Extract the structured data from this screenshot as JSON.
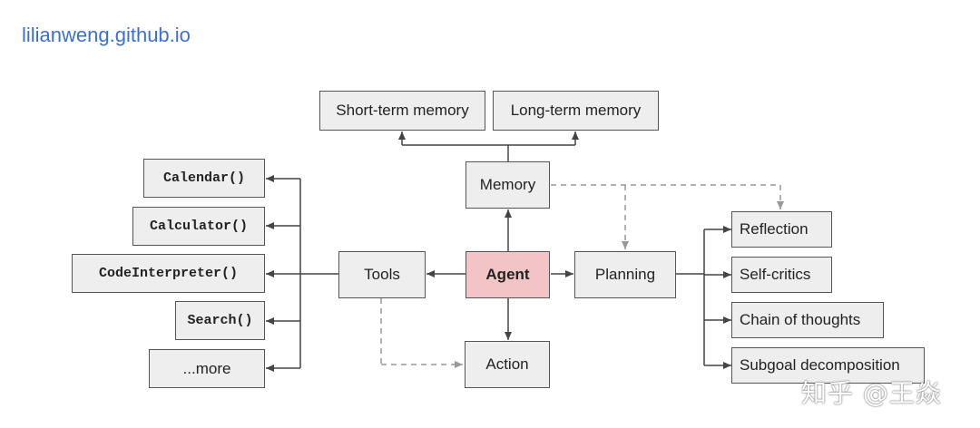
{
  "source_label": "lilianweng.github.io",
  "nodes": {
    "short_term_memory": "Short-term memory",
    "long_term_memory": "Long-term memory",
    "memory": "Memory",
    "agent": "Agent",
    "tools": "Tools",
    "planning": "Planning",
    "action": "Action"
  },
  "tools_list": [
    "Calendar()",
    "Calculator()",
    "CodeInterpreter()",
    "Search()",
    "...more"
  ],
  "planning_list": [
    "Reflection",
    "Self-critics",
    "Chain of thoughts",
    "Subgoal decomposition"
  ],
  "watermark": "知乎 @王焱",
  "colors": {
    "agent_fill": "#f2c4c6",
    "box_fill": "#eeeeee",
    "border": "#555555",
    "dashed": "#999999",
    "link": "#3b6fd6"
  }
}
